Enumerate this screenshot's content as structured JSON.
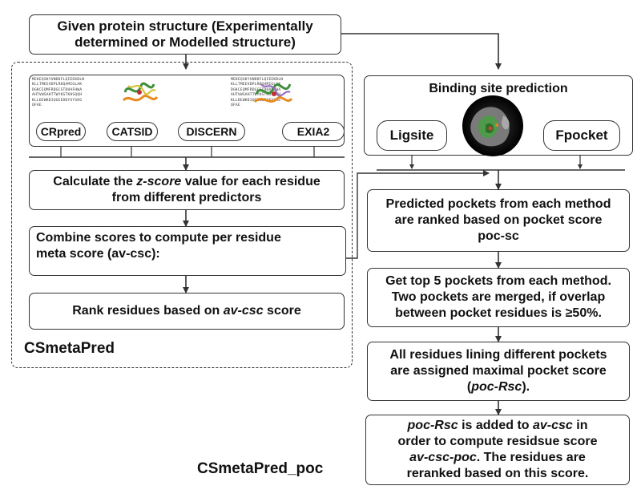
{
  "input_box": {
    "line1": "Given protein structure (Experimentally",
    "line2": "determined or Modelled structure)"
  },
  "left_panel": {
    "name": "CSmetaPred",
    "predictors": [
      "CRpred",
      "CATSID",
      "DISCERN",
      "EXIA2"
    ],
    "seq_text_left": "MEKEQSKYVNDDFLQIEEKDLN\nKLLTMEEVDPLRDQAMIGLAK\nDGKCEQMFRDGCSTDHAFHWA\nAHTVWSAHTTWYKSTKHSQQH\nKLLDEWKDIQGEEDDYSYSRG\nQFAE",
    "seq_text_right": "MEKEQSKYVNDDFLQIEEKDLN\nKLLTMEEVDPLRDQAMIGLAK\nDGKCEQMFRDGCSTDHAFHWA\nAHTVWSAHTTWYKSTKHSQQH\nKLLDEWKDIQGEEDDYSYSRG\nQFAE",
    "steps": [
      {
        "l1": "Calculate the ",
        "l1_italic": "z-score",
        "l1_end": " value for each residue",
        "l2": "from different predictors"
      },
      {
        "l1": "Combine scores to compute per residue",
        "l2": "meta score (av-csc):"
      },
      {
        "l1": "Rank residues based on ",
        "l1_italic": "av-csc",
        "l1_end": " score"
      }
    ]
  },
  "right_panel": {
    "name": "CSmetaPred_poc",
    "binding_title": "Binding site prediction",
    "methods": [
      "Ligsite",
      "Fpocket"
    ],
    "step1": {
      "l1": "Predicted pockets from each method",
      "l2": "are ranked based on pocket score",
      "l3": "poc-sc"
    },
    "step2": {
      "l1": "Get top 5 pockets from each method.",
      "l2": "Two pockets are merged, if overlap",
      "l3": "between pocket residues is ≥50%."
    },
    "step3": {
      "l1": "All residues lining different pockets",
      "l2": "are assigned maximal pocket score",
      "l3_open": "(",
      "l3_italic": "poc-Rsc",
      "l3_close": ")."
    },
    "step4": {
      "l1_italic": "poc-Rsc",
      "l1_mid": " is added to ",
      "l1_italic2": "av-csc",
      "l1_end": " in",
      "l2": "order to compute residsue score",
      "l3_italic": "av-csc-poc",
      "l3_end": ". The residues are",
      "l4": "reranked based on this score."
    }
  },
  "colors": {
    "line": "#333333",
    "box_border": "#333333",
    "protein_green": "#3f8f3a",
    "protein_orange": "#e88a1e"
  }
}
